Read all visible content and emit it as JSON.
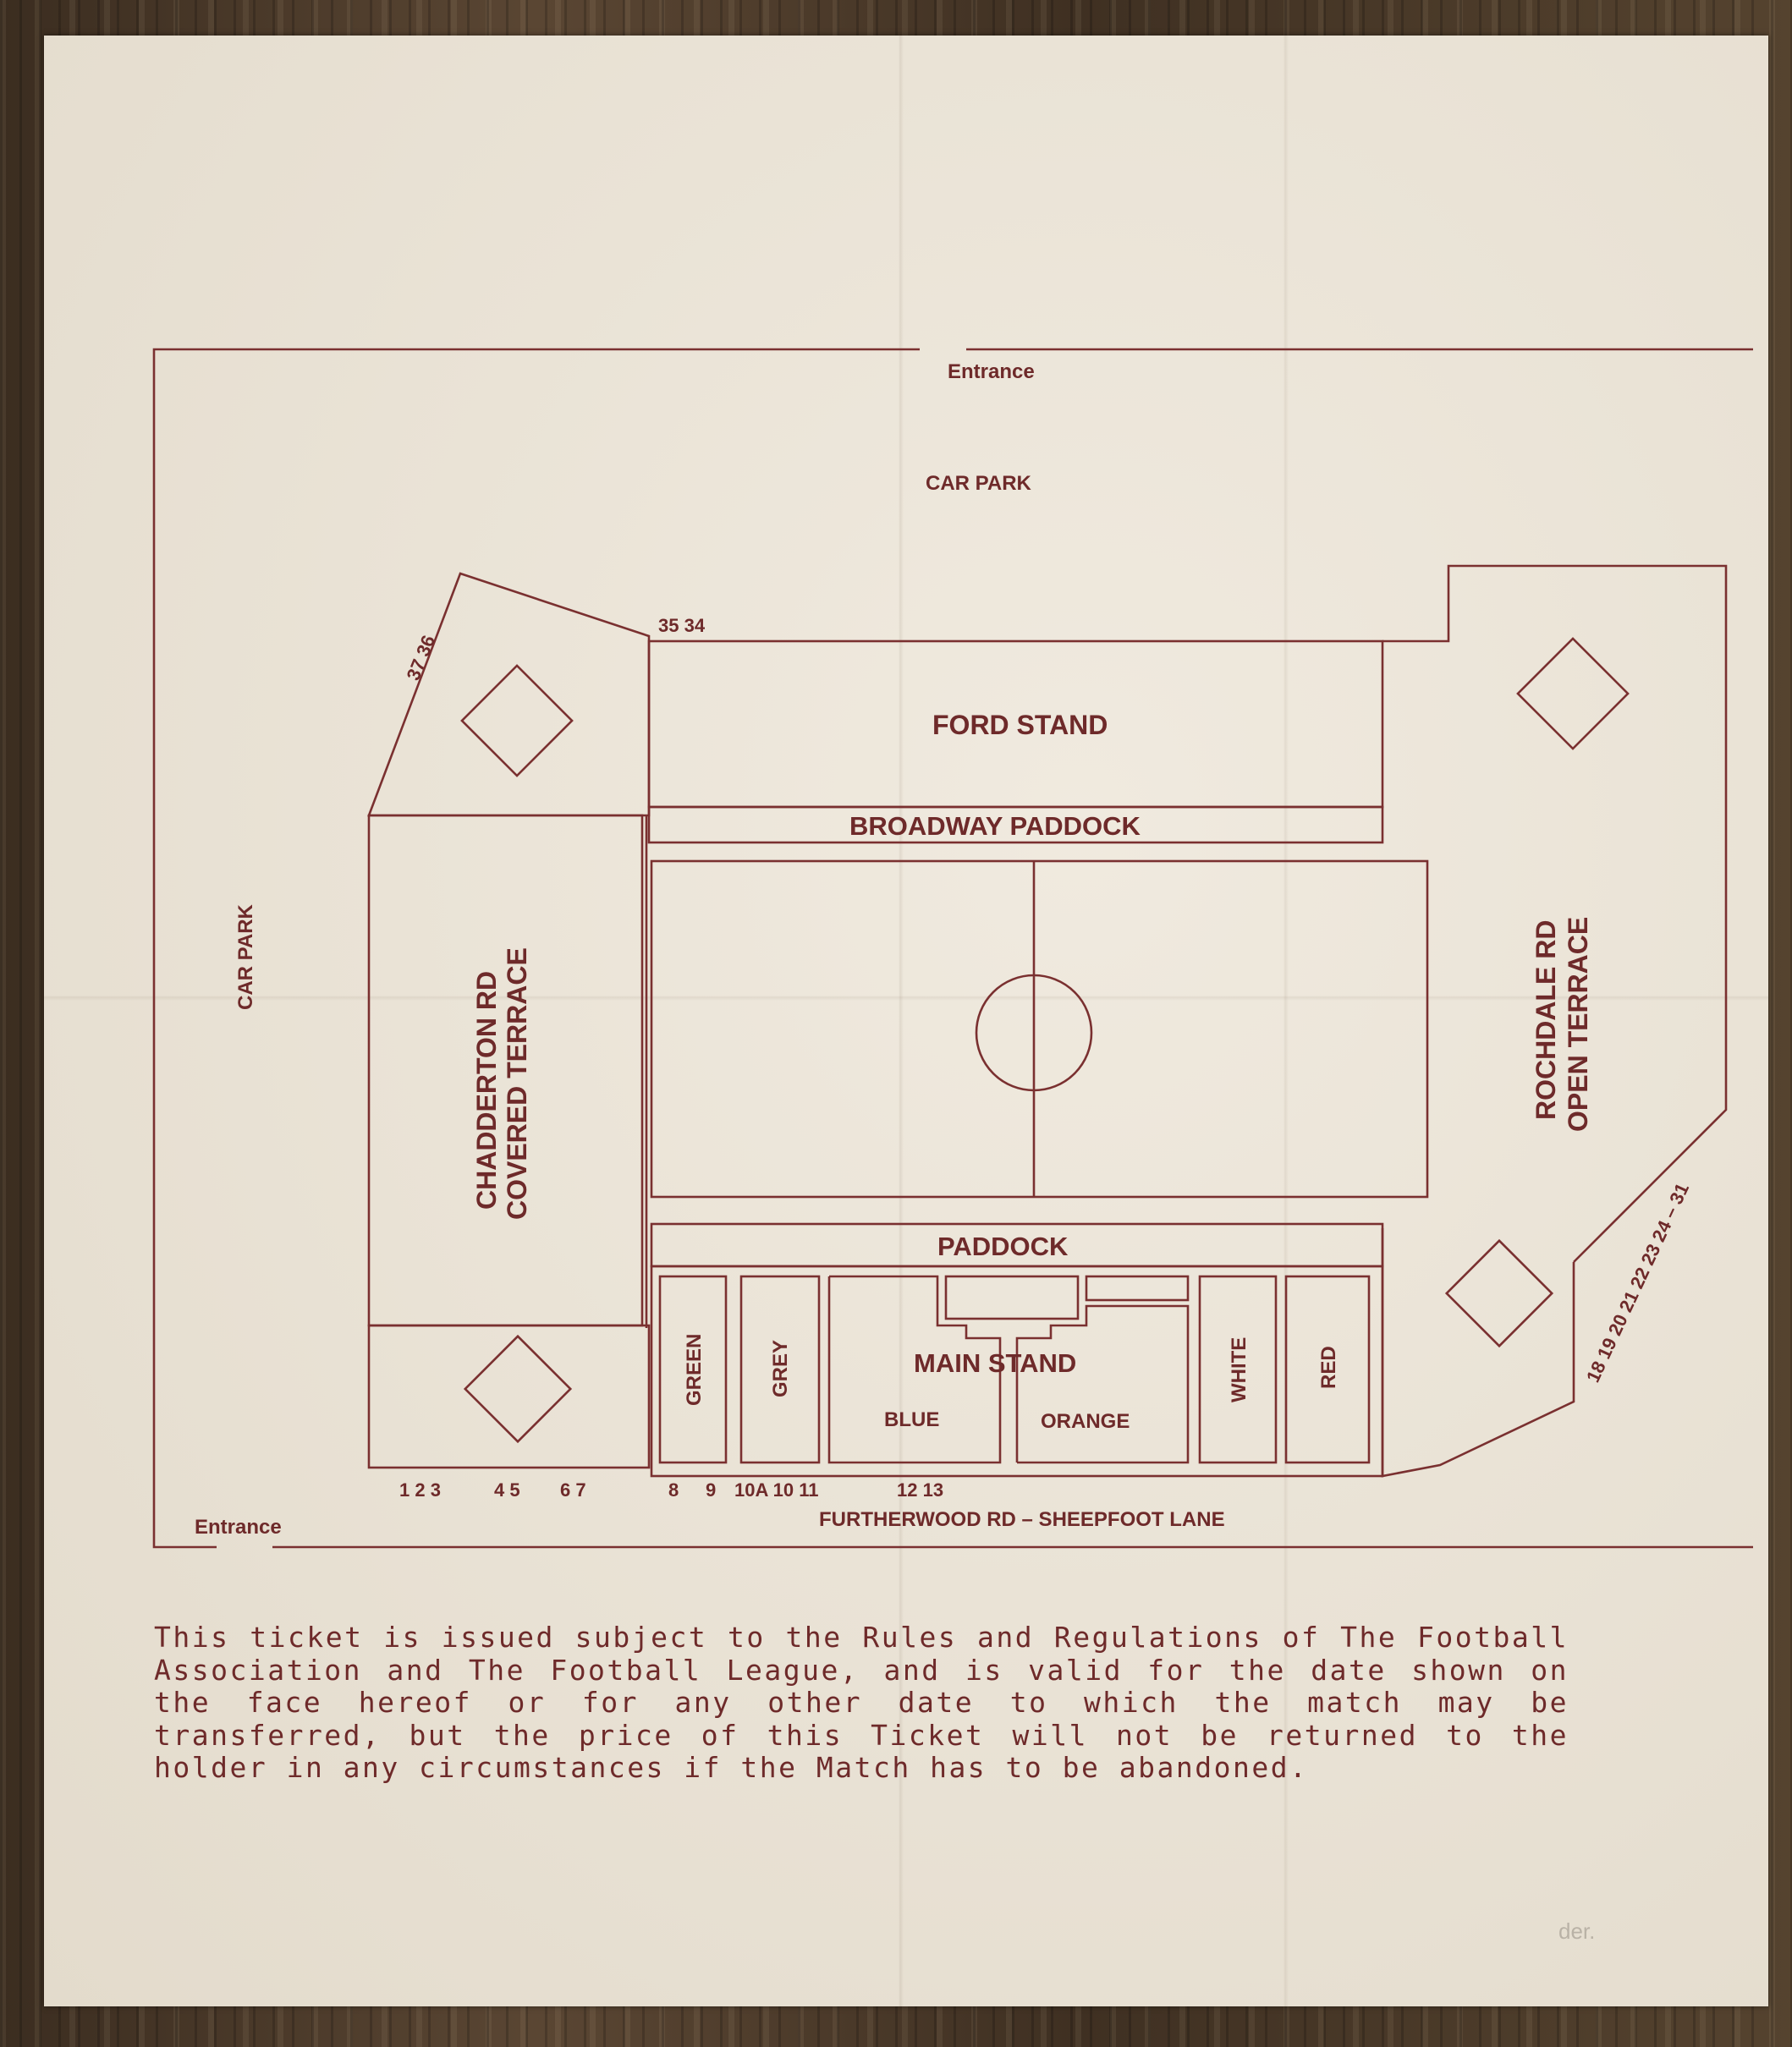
{
  "map": {
    "entrance_top": "Entrance",
    "car_park_top": "CAR PARK",
    "car_park_left": "CAR PARK",
    "ford_stand": "FORD STAND",
    "broadway_paddock": "BROADWAY PADDOCK",
    "chadderton_line1": "CHADDERTON RD",
    "chadderton_line2": "COVERED TERRACE",
    "rochdale_line1": "ROCHDALE RD",
    "rochdale_line2": "OPEN TERRACE",
    "paddock": "PADDOCK",
    "main_stand": "MAIN STAND",
    "blue": "BLUE",
    "orange": "ORANGE",
    "green": "GREEN",
    "grey": "GREY",
    "white": "WHITE",
    "red": "RED",
    "entrance_bottom": "Entrance",
    "road": "FURTHERWOOD RD  –  SHEEPFOOT LANE",
    "gates_bottom_1": "1   2 3",
    "gates_bottom_2": "4 5",
    "gates_bottom_3": "6 7",
    "gates_bottom_4": "8",
    "gates_bottom_5": "9",
    "gates_bottom_6": "10A 10 11",
    "gates_bottom_7": "12 13",
    "gates_top_left": "37 36",
    "gates_top_mid": "35 34",
    "gates_right": "18 19 20 21 22 23 24 – 31"
  },
  "terms": "This ticket is issued subject to the Rules and Regulations of The Football Association and The Football League, and is valid for the date shown on the face hereof or for any other date to which the match may be transferred, but the price of this Ticket will not be returned to the holder in any circumstances if the Match has to be abandoned.",
  "faint_mark": "der."
}
